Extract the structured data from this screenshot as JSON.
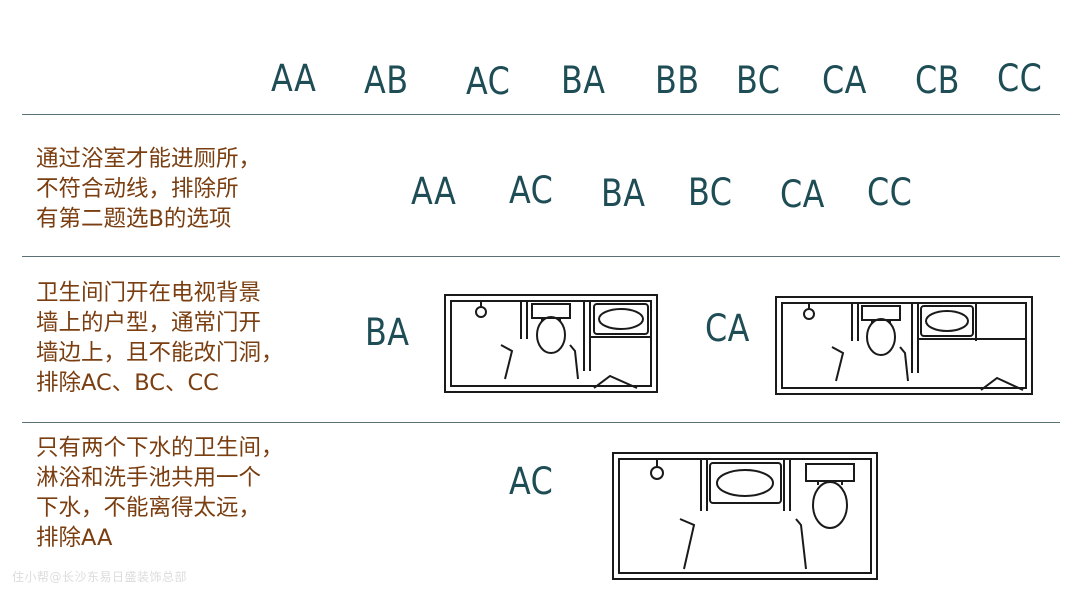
{
  "header_codes": [
    "AA",
    "AB",
    "AC",
    "BA",
    "BB",
    "BC",
    "CA",
    "CB",
    "CC"
  ],
  "rows": [
    {
      "note": "通过浴室才能进厕所，\n不符合动线，排除所\n有第二题选B的选项",
      "codes": [
        "AA",
        "AC",
        "BA",
        "BC",
        "CA",
        "CC"
      ]
    },
    {
      "note": "卫生间门开在电视背景\n墙上的户型，通常门开\n墙边上，且不能改门洞，\n排除AC、BC、CC",
      "plans": [
        {
          "label": "BA"
        },
        {
          "label": "CA"
        }
      ]
    },
    {
      "note": "只有两个下水的卫生间，\n淋浴和洗手池共用一个\n下水，不能离得太远，\n排除AA",
      "plans": [
        {
          "label": "AC"
        }
      ]
    }
  ],
  "watermark": "住小帮@长沙东易日盛装饰总部",
  "colors": {
    "code": "#1e4d56",
    "note": "#7a3e10",
    "line": "#1a1a1a",
    "divider": "#5a7275"
  }
}
